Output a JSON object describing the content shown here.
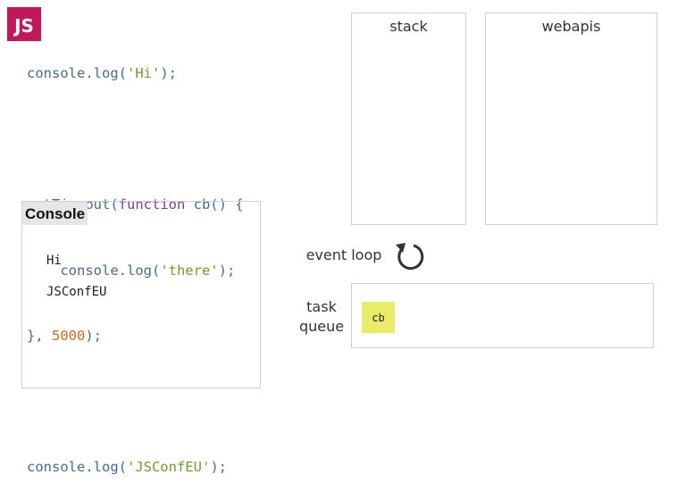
{
  "badge": {
    "label": "JS"
  },
  "code": {
    "line1": {
      "fn": "console.log(",
      "arg": "'Hi'",
      "end": ");"
    },
    "line2": {
      "kw": "setTimeout(",
      "kw2": "function",
      "rest": " cb() {"
    },
    "line3": {
      "fn": "    console.log(",
      "arg": "'there'",
      "end": ");"
    },
    "line4": {
      "pre": "}, ",
      "num": "5000",
      "end": ");"
    },
    "line5": {
      "fn": "console.log(",
      "arg": "'JSConfEU'",
      "end": ");"
    }
  },
  "console": {
    "title": "Console",
    "lines": [
      "Hi",
      "JSConfEU"
    ]
  },
  "stack": {
    "title": "stack"
  },
  "webapis": {
    "title": "webapis"
  },
  "event_loop": {
    "label": "event loop",
    "icon": "loop-arrow-icon"
  },
  "task_queue": {
    "label_line1": "task",
    "label_line2": "queue",
    "items": [
      "cb"
    ],
    "item_color": "#e8ec69"
  },
  "colors": {
    "badge": "#c2185b",
    "code": "#4a6a8c",
    "keyword": "#7b3e96",
    "string": "#6a9f2a",
    "number": "#d2691e"
  }
}
